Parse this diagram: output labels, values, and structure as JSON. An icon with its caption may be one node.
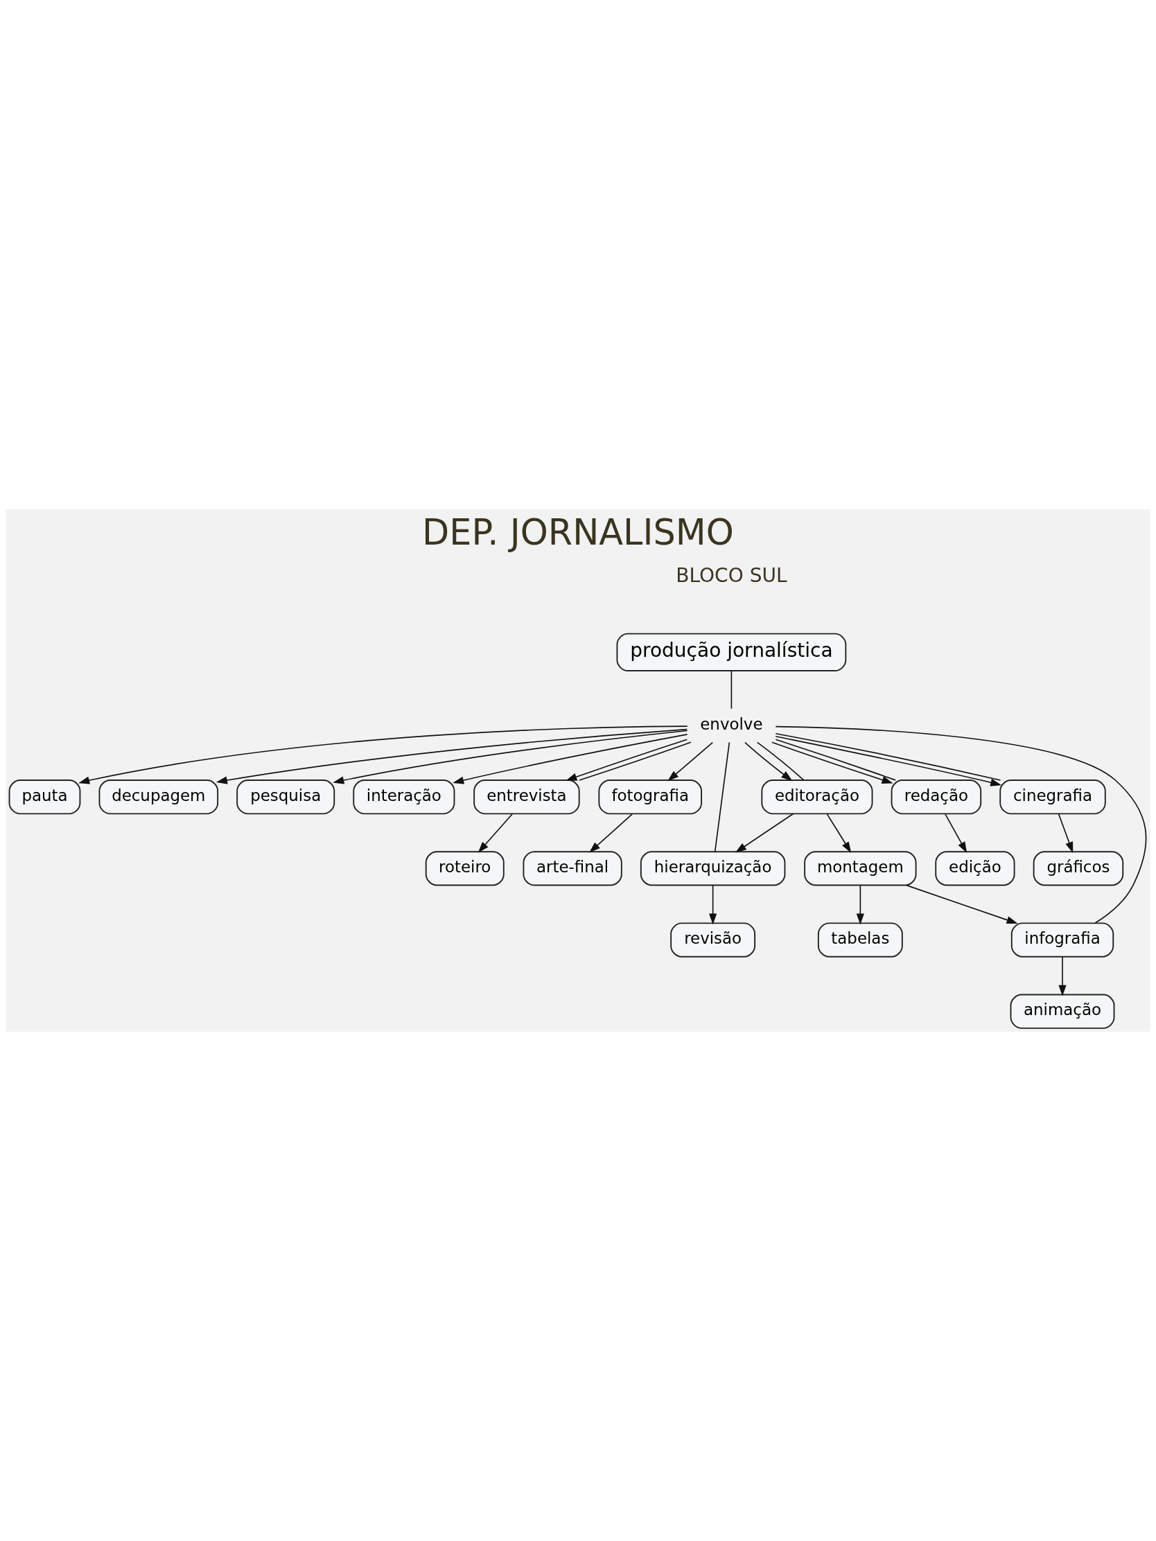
{
  "diagram": {
    "title": "DEP. JORNALISMO",
    "nodes": [
      {
        "text": [
          "produção jornalística"
        ]
      },
      {
        "text": [
          "envolve"
        ]
      },
      {
        "text": [
          "pauta"
        ]
      },
      {
        "text": [
          "decupagem"
        ]
      },
      {
        "text": [
          "pesquisa"
        ]
      },
      {
        "text": [
          "interação"
        ]
      },
      {
        "text": [
          "entrevista"
        ]
      },
      {
        "text": [
          "fotografia"
        ]
      },
      {
        "text": [
          "arte-final"
        ]
      },
      {
        "text": [
          "editoração"
        ]
      },
      {
        "text": [
          "roteiro"
        ]
      },
      {
        "text": [
          "redação"
        ]
      },
      {
        "text": [
          "cinegrafia"
        ]
      },
      {
        "text": [
          "montagem"
        ]
      },
      {
        "text": [
          "gráficos"
        ]
      },
      {
        "text": [
          "edição"
        ]
      },
      {
        "text": [
          "hierarquização"
        ]
      },
      {
        "text": [
          "infografia"
        ]
      },
      {
        "text": [
          "revisão"
        ]
      },
      {
        "text": [
          "tabelas"
        ]
      },
      {
        "text": [
          "animação"
        ]
      }
    ],
    "edges": [
      {
        "from": 0,
        "to": 1,
        "arrow": "none"
      },
      {
        "from": 1,
        "to": 2,
        "arrow": "to"
      },
      {
        "from": 1,
        "to": 3,
        "arrow": "to"
      },
      {
        "from": 1,
        "to": 4,
        "arrow": "to"
      },
      {
        "from": 1,
        "to": 5,
        "arrow": "to"
      },
      {
        "from": 1,
        "to": 6,
        "arrow": "to"
      },
      {
        "from": 1,
        "to": 6,
        "arrow": "none"
      },
      {
        "from": 1,
        "to": 7,
        "arrow": "to"
      },
      {
        "from": 1,
        "to": 9,
        "arrow": "to"
      },
      {
        "from": 1,
        "to": 9,
        "arrow": "none"
      },
      {
        "from": 1,
        "to": 11,
        "arrow": "to"
      },
      {
        "from": 1,
        "to": 11,
        "arrow": "none"
      },
      {
        "from": 1,
        "to": 12,
        "arrow": "to"
      },
      {
        "from": 1,
        "to": 12,
        "arrow": "none"
      },
      {
        "from": 1,
        "to": 16,
        "arrow": "none"
      },
      {
        "from": 1,
        "to": 17,
        "arrow": "none"
      },
      {
        "from": 7,
        "to": 8,
        "arrow": "to"
      },
      {
        "from": 6,
        "to": 10,
        "arrow": "to"
      },
      {
        "from": 9,
        "to": 13,
        "arrow": "to"
      },
      {
        "from": 9,
        "to": 16,
        "arrow": "to"
      },
      {
        "from": 12,
        "to": 14,
        "arrow": "to"
      },
      {
        "from": 11,
        "to": 15,
        "arrow": "to"
      },
      {
        "from": 13,
        "to": 17,
        "arrow": "to"
      },
      {
        "from": 16,
        "to": 18,
        "arrow": "to"
      },
      {
        "from": 13,
        "to": 19,
        "arrow": "to"
      },
      {
        "from": 17,
        "to": 20,
        "arrow": "to"
      }
    ],
    "labels": [
      "BLOCO SUL"
    ]
  }
}
